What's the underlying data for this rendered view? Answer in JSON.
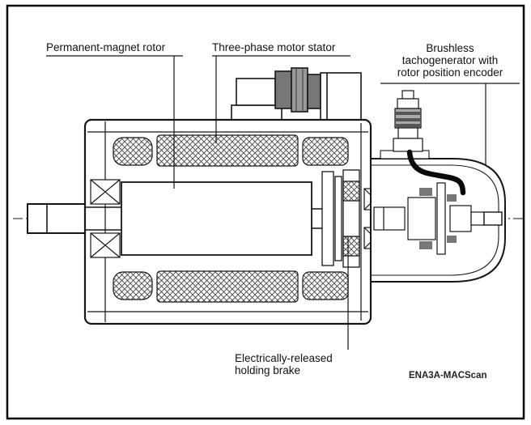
{
  "diagram": {
    "labels": {
      "rotor": "Permanent-magnet rotor",
      "stator": "Three-phase motor stator",
      "tacho": [
        "Brushless",
        "tachogenerator with",
        "rotor position encoder"
      ],
      "brake": [
        "Electrically-released",
        "holding brake"
      ]
    },
    "caption": "ENA3A-MACScan",
    "colors": {
      "line": "#161616",
      "gray_part": "#777777",
      "light_gray_part": "#aaaaaa",
      "background": "#ffffff"
    }
  }
}
